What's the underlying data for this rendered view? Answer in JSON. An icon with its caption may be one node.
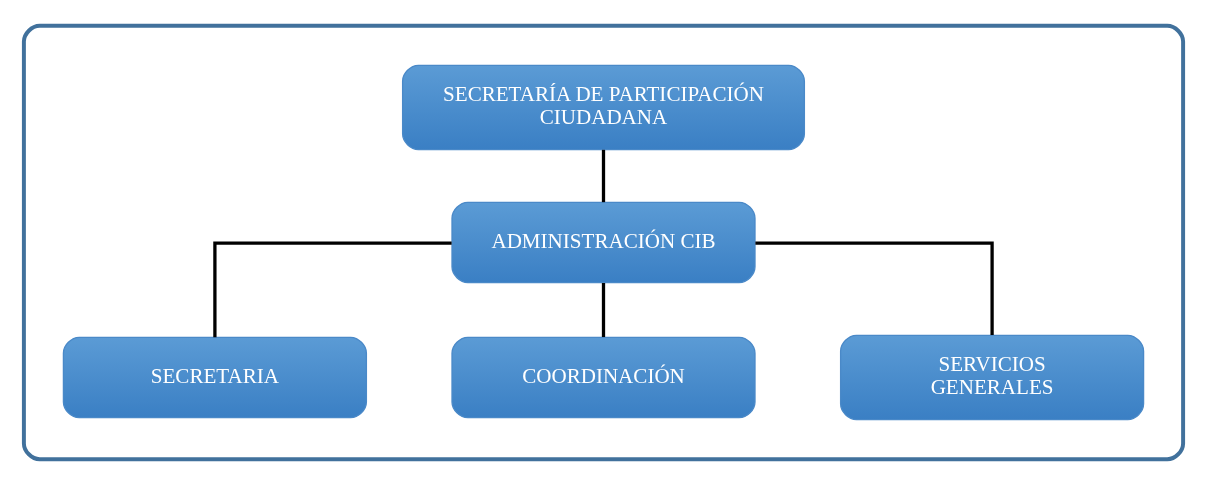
{
  "diagram": {
    "nodes": [
      {
        "text": [],
        "shape": "box"
      },
      {
        "text": [
          "SECRETARÍA DE PARTICIPACIÓN CIUDADANA"
        ],
        "in": 0
      },
      {
        "text": [
          "ADMINISTRACIÓN CIB"
        ],
        "in": 0
      },
      {
        "text": [
          "SECRETARIA"
        ],
        "in": 0
      },
      {
        "text": [
          "COORDINACIÓN"
        ],
        "in": 0
      },
      {
        "text": [
          "SERVICIOS GENERALES"
        ],
        "in": 0
      }
    ],
    "edges": [
      {
        "from": 1,
        "to": 2,
        "arrow": "none"
      },
      {
        "from": 2,
        "to": 3,
        "arrow": "none"
      },
      {
        "from": 2,
        "to": 4,
        "arrow": "none"
      },
      {
        "from": 2,
        "to": 5,
        "arrow": "none"
      }
    ]
  }
}
